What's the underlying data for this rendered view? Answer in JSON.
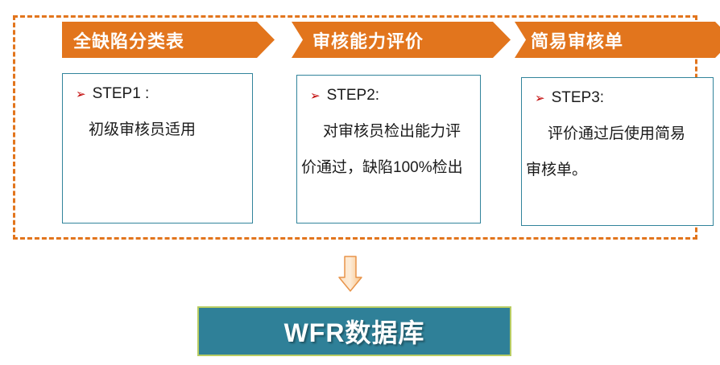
{
  "diagram": {
    "banners": [
      {
        "label": "全缺陷分类表"
      },
      {
        "label": "审核能力评价"
      },
      {
        "label": "简易审核单"
      }
    ],
    "steps": [
      {
        "bullet": "➢",
        "label": "STEP1 :",
        "lines": [
          "初级审核员适用"
        ]
      },
      {
        "bullet": "➢",
        "label": "STEP2:",
        "lines": [
          "对审核员检出能力评",
          "价通过，缺陷100%检出"
        ]
      },
      {
        "bullet": "➢",
        "label": "STEP3:",
        "lines": [
          "评价通过后使用简易",
          "审核单。"
        ]
      }
    ],
    "database": {
      "label": "WFR数据库"
    },
    "icons": {
      "flow_arrow": "down-arrow-icon",
      "step_bullet": "triangle-bullet-icon"
    },
    "colors": {
      "banner_orange": "#E2751D",
      "dashed_border": "#E2751D",
      "box_border": "#31849B",
      "bullet_red": "#C00000",
      "db_fill": "#2F8098",
      "db_border": "#B8CC62",
      "arrow_fill_light": "#FCE3C6",
      "arrow_fill_deep": "#F8C183",
      "arrow_stroke": "#E8944A",
      "text_color": "#1B1B1B"
    }
  }
}
